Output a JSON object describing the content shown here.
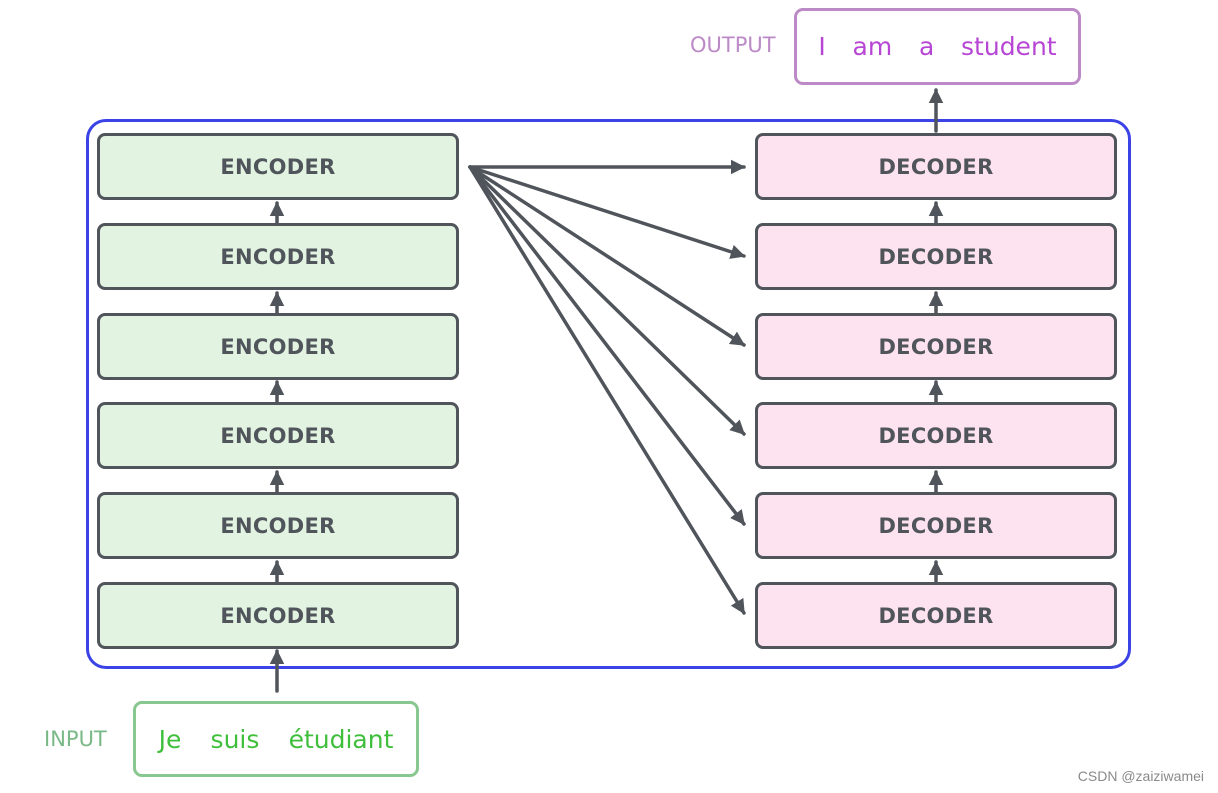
{
  "encoders": [
    "ENCODER",
    "ENCODER",
    "ENCODER",
    "ENCODER",
    "ENCODER",
    "ENCODER"
  ],
  "decoders": [
    "DECODER",
    "DECODER",
    "DECODER",
    "DECODER",
    "DECODER",
    "DECODER"
  ],
  "input": {
    "label": "INPUT",
    "tokens": [
      "Je",
      "suis",
      "étudiant"
    ]
  },
  "output": {
    "label": "OUTPUT",
    "tokens": [
      "I",
      "am",
      "a",
      "student"
    ]
  },
  "watermark": "CSDN @zaiziwamei",
  "colors": {
    "frame": "#3b43e6",
    "encoder_fill": "#e2f4e1",
    "decoder_fill": "#fde3ef",
    "block_border": "#50545b",
    "input_text": "#3fbf3c",
    "output_text": "#b746d5"
  }
}
